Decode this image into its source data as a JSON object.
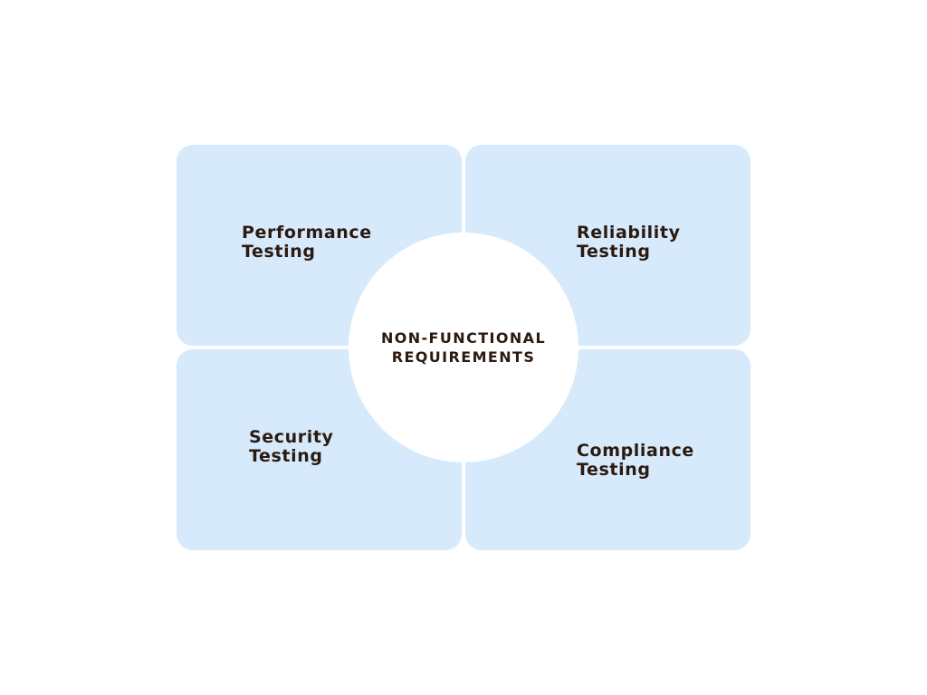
{
  "diagram": {
    "center": {
      "line1": "NON-FUNCTIONAL",
      "line2": "REQUIREMENTS"
    },
    "quadrants": [
      {
        "position": "top-left",
        "line1": "Performance",
        "line2": "Testing"
      },
      {
        "position": "top-right",
        "line1": "Reliability",
        "line2": "Testing"
      },
      {
        "position": "bottom-left",
        "line1": "Security",
        "line2": "Testing"
      },
      {
        "position": "bottom-right",
        "line1": "Compliance",
        "line2": "Testing"
      }
    ],
    "colors": {
      "tile": "#d6eafb",
      "text": "#2b1a10",
      "background": "#ffffff"
    }
  }
}
